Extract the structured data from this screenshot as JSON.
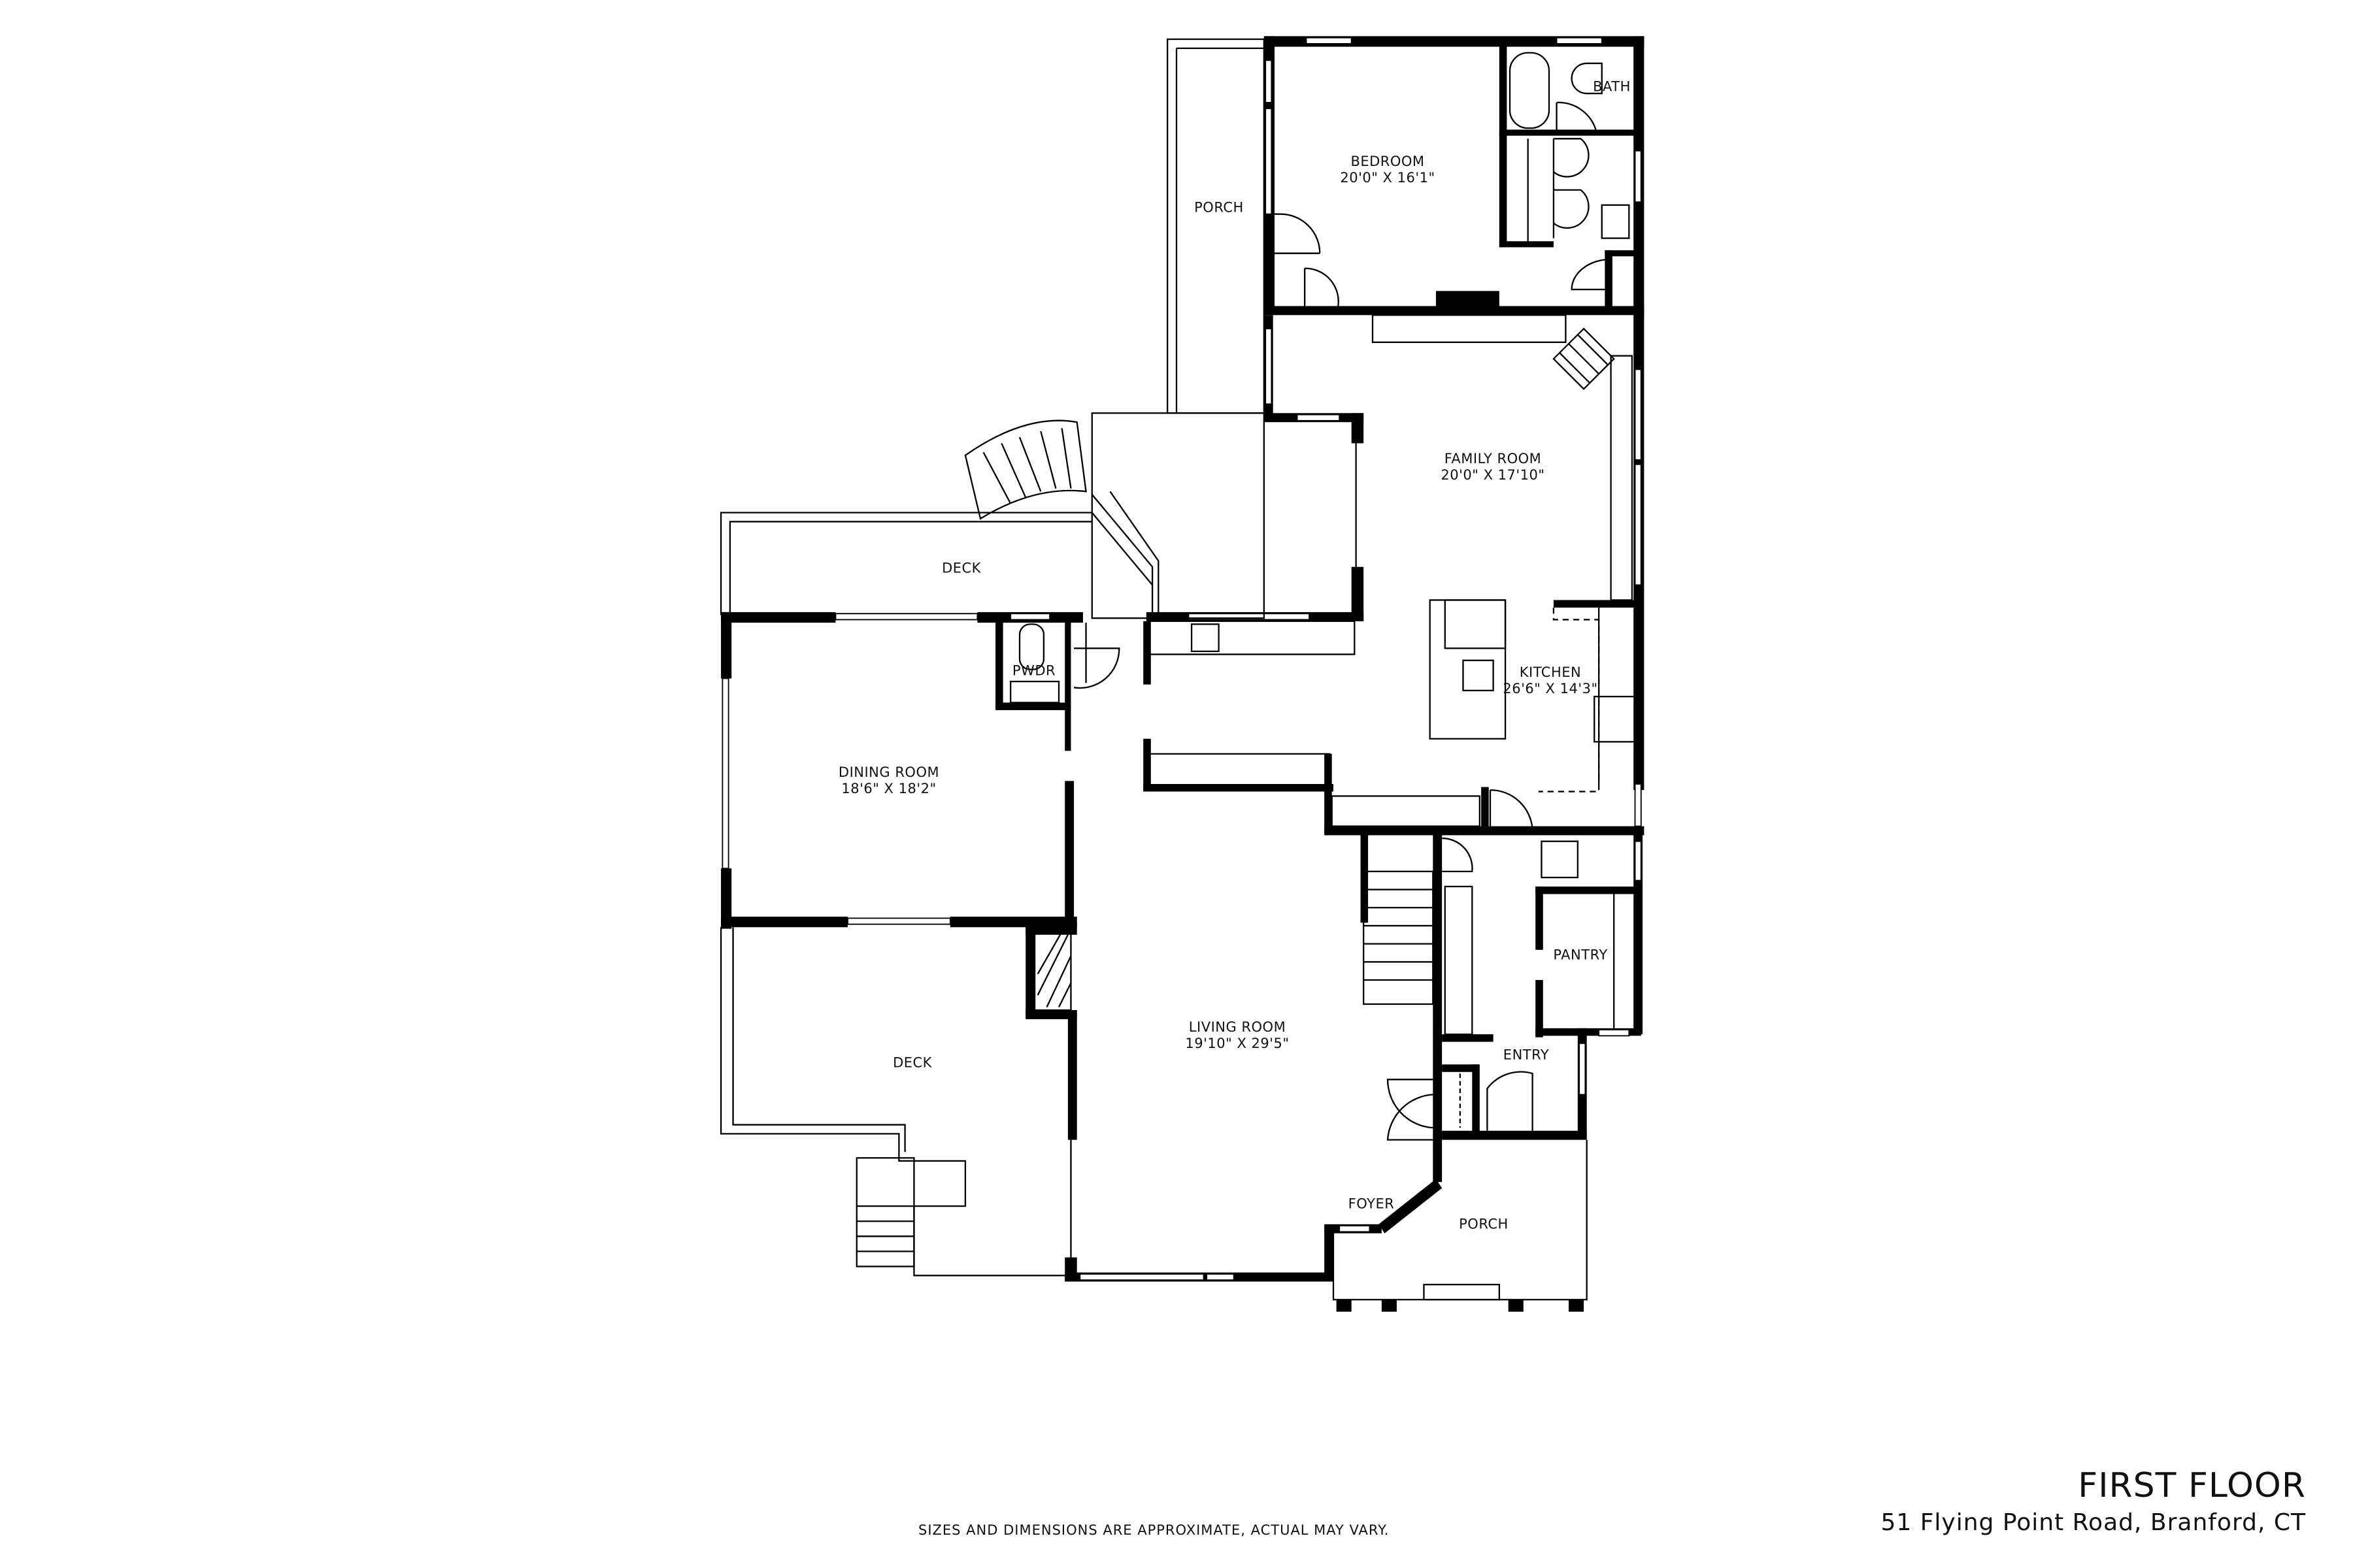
{
  "plan": {
    "floor_title": "FIRST FLOOR",
    "address": "51 Flying Point Road, Branford, CT",
    "disclaimer": "SIZES AND DIMENSIONS ARE APPROXIMATE, ACTUAL MAY VARY.",
    "wall_color": "#000000",
    "background_color": "#ffffff"
  },
  "rooms": {
    "bedroom": {
      "name": "BEDROOM",
      "dims": "20'0\" X 16'1\""
    },
    "bath": {
      "name": "BATH"
    },
    "porch_upper": {
      "name": "PORCH"
    },
    "family_room": {
      "name": "FAMILY ROOM",
      "dims": "20'0\" X 17'10\""
    },
    "deck_upper": {
      "name": "DECK"
    },
    "powder": {
      "name": "PWDR"
    },
    "kitchen": {
      "name": "KITCHEN",
      "dims": "26'6\" X 14'3\""
    },
    "dining_room": {
      "name": "DINING ROOM",
      "dims": "18'6\" X 18'2\""
    },
    "pantry": {
      "name": "PANTRY"
    },
    "living_room": {
      "name": "LIVING ROOM",
      "dims": "19'10\" X 29'5\""
    },
    "deck_lower": {
      "name": "DECK"
    },
    "entry": {
      "name": "ENTRY"
    },
    "foyer": {
      "name": "FOYER"
    },
    "porch_lower": {
      "name": "PORCH"
    }
  }
}
